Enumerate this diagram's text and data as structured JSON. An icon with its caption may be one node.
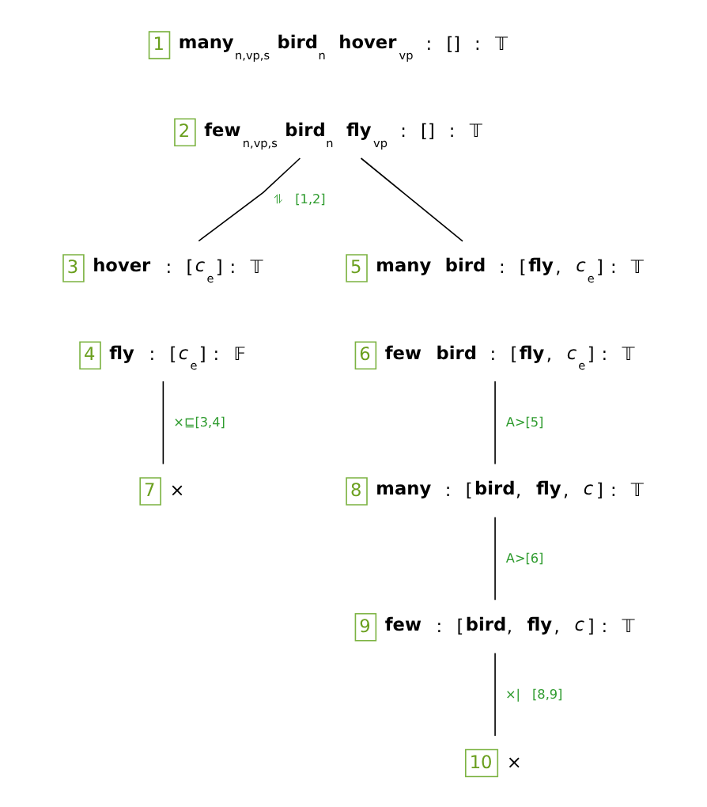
{
  "diagram": {
    "nodes": [
      {
        "text": [
          "1",
          "**many**$_{n,vp,s}$ **bird**$_{n}$ **hover**$_{vp}$ : [] : 𝕋"
        ]
      },
      {
        "text": [
          "2",
          "**few**$_{n,vp,s}$ **bird**$_{n}$ **fly**$_{vp}$ : [] : 𝕋"
        ]
      },
      {
        "text": [
          "3",
          "**hover** : [*c*$_{e}$] : 𝕋"
        ]
      },
      {
        "text": [
          "4",
          "**fly** : [*c*$_{e}$] : 𝔽"
        ]
      },
      {
        "text": [
          "5",
          "**many bird** : [**fly**, *c*$_{e}$] : 𝕋"
        ]
      },
      {
        "text": [
          "6",
          "**few bird** : [**fly**, *c*$_{e}$] : 𝕋"
        ]
      },
      {
        "text": [
          "7",
          "×"
        ]
      },
      {
        "text": [
          "8",
          "**many** : [**bird**, **fly**, *c*] : 𝕋"
        ]
      },
      {
        "text": [
          "9",
          "**few** : [**bird**, **fly**, *c*] : 𝕋"
        ]
      },
      {
        "text": [
          "10",
          "×"
        ]
      }
    ],
    "edges": [
      {
        "from": 1,
        "to": 2,
        "arrow": "none",
        "label": "⥮ [1,2]"
      },
      {
        "from": 1,
        "to": 4,
        "arrow": "none"
      },
      {
        "from": 3,
        "to": 6,
        "arrow": "none",
        "label": "×⊑[3,4]"
      },
      {
        "from": 5,
        "to": 7,
        "arrow": "none",
        "label": "A>[5]"
      },
      {
        "from": 7,
        "to": 8,
        "arrow": "none",
        "label": "A>[6]"
      },
      {
        "from": 8,
        "to": 9,
        "arrow": "none",
        "label": "×| [8,9]"
      }
    ]
  }
}
